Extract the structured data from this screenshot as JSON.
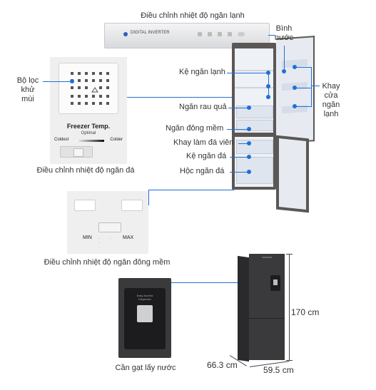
{
  "labels": {
    "fridge_temp_control": "Điều chỉnh nhiệt độ ngăn lạnh",
    "water_bottle": "Bình\nnước",
    "fridge_shelf": "Kệ ngăn lạnh",
    "fridge_door_tray": "Khay\ncửa\nngăn\nlạnh",
    "deodorizer_filter": "Bộ lọc\nkhử\nmùi",
    "vegetable_drawer": "Ngăn rau quả",
    "soft_freeze_drawer": "Ngăn đông mềm",
    "ice_tray": "Khay làm đá viên",
    "freezer_shelf": "Kệ ngăn đá",
    "freezer_drawer": "Hộc ngăn đá",
    "freezer_temp_control": "Điều chỉnh nhiệt độ ngăn đá",
    "soft_freeze_temp_control": "Điều chỉnh nhiệt độ ngăn đông mềm",
    "water_lever": "Cần gạt lấy nước"
  },
  "panel_text": {
    "brand": "DIGITAL INVERTER",
    "freezer_temp": "Freezer Temp.",
    "optimal": "Optimal",
    "coldest": "Coldest",
    "colder": "Colder",
    "min": "MIN",
    "max": "MAX",
    "dispenser": "Easy Access Dispenser"
  },
  "dimensions": {
    "height": "170 cm",
    "depth": "66.3 cm",
    "width": "59.5 cm"
  },
  "colors": {
    "accent": "#1f6fd6",
    "fridge_dark": "#3a3a3c"
  }
}
